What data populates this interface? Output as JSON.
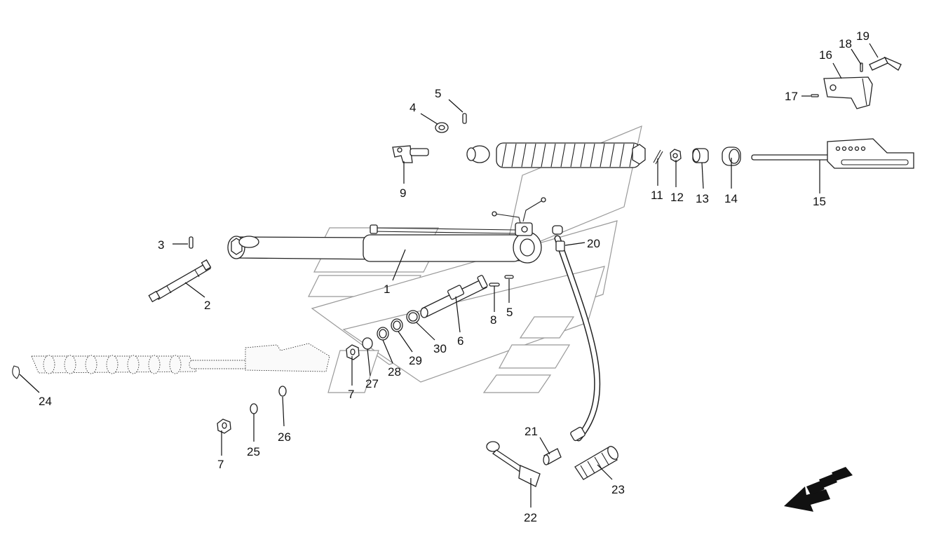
{
  "callouts": [
    {
      "id": "c1",
      "text": "1"
    },
    {
      "id": "c2",
      "text": "2"
    },
    {
      "id": "c3",
      "text": "3"
    },
    {
      "id": "c4",
      "text": "4"
    },
    {
      "id": "c5a",
      "text": "5"
    },
    {
      "id": "c5b",
      "text": "5"
    },
    {
      "id": "c6",
      "text": "6"
    },
    {
      "id": "c7a",
      "text": "7"
    },
    {
      "id": "c7b",
      "text": "7"
    },
    {
      "id": "c8",
      "text": "8"
    },
    {
      "id": "c9",
      "text": "9"
    },
    {
      "id": "c11",
      "text": "11"
    },
    {
      "id": "c12",
      "text": "12"
    },
    {
      "id": "c13",
      "text": "13"
    },
    {
      "id": "c14",
      "text": "14"
    },
    {
      "id": "c15",
      "text": "15"
    },
    {
      "id": "c16",
      "text": "16"
    },
    {
      "id": "c17",
      "text": "17"
    },
    {
      "id": "c18",
      "text": "18"
    },
    {
      "id": "c19",
      "text": "19"
    },
    {
      "id": "c20",
      "text": "20"
    },
    {
      "id": "c21",
      "text": "21"
    },
    {
      "id": "c22",
      "text": "22"
    },
    {
      "id": "c23",
      "text": "23"
    },
    {
      "id": "c24",
      "text": "24"
    },
    {
      "id": "c25",
      "text": "25"
    },
    {
      "id": "c26",
      "text": "26"
    },
    {
      "id": "c27",
      "text": "27"
    },
    {
      "id": "c28",
      "text": "28"
    },
    {
      "id": "c29",
      "text": "29"
    },
    {
      "id": "c30",
      "text": "30"
    }
  ],
  "icons": {
    "direction_arrow": "front-direction-arrow-icon"
  }
}
